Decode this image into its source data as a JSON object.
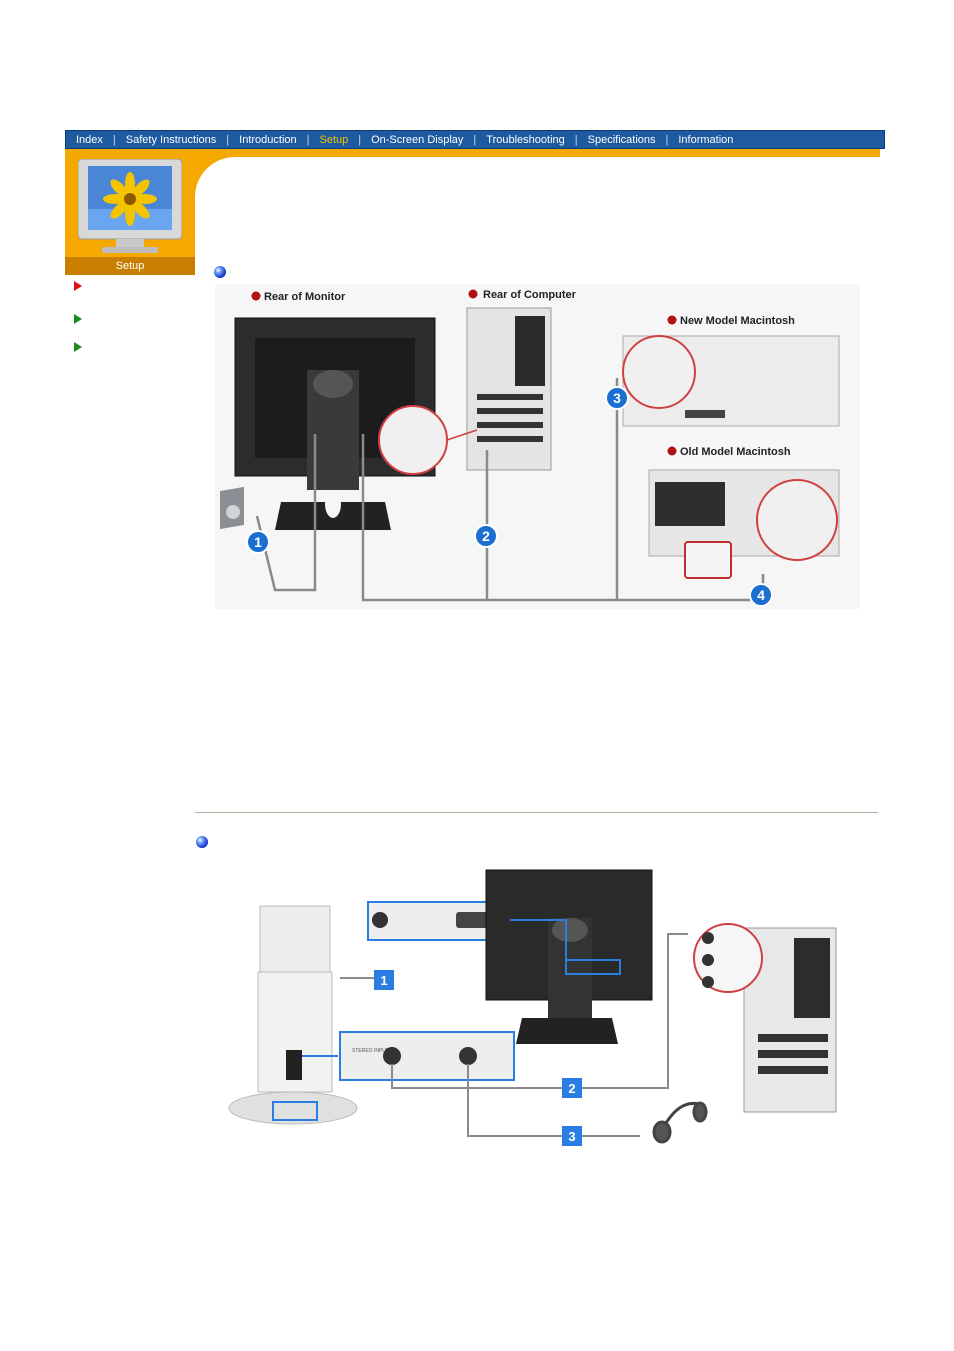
{
  "nav": {
    "items": [
      {
        "label": "Index"
      },
      {
        "label": "Safety Instructions"
      },
      {
        "label": "Introduction"
      },
      {
        "label": "Setup",
        "active": true
      },
      {
        "label": "On-Screen Display"
      },
      {
        "label": "Troubleshooting"
      },
      {
        "label": "Specifications"
      },
      {
        "label": "Information"
      }
    ],
    "colors": {
      "bar": "#1e5aa0",
      "active": "#f5c400",
      "accent": "#f5a800"
    }
  },
  "sidebar": {
    "section_label": "Setup",
    "menu_arrows": [
      {
        "icon": "red-arrow-icon",
        "color": "#e01010"
      },
      {
        "icon": "green-arrow-icon",
        "color": "#1a8a1a"
      },
      {
        "icon": "green-arrow-icon",
        "color": "#1a8a1a"
      }
    ]
  },
  "diagram1": {
    "labels": {
      "rear_monitor": "Rear of Monitor",
      "rear_computer": "Rear of Computer",
      "new_mac": "New Model Macintosh",
      "old_mac": "Old Model Macintosh"
    },
    "numbers": [
      "1",
      "2",
      "3",
      "4"
    ]
  },
  "diagram2": {
    "numbers": [
      "1",
      "2",
      "3"
    ],
    "stereo_input": "STEREO INPUT"
  }
}
